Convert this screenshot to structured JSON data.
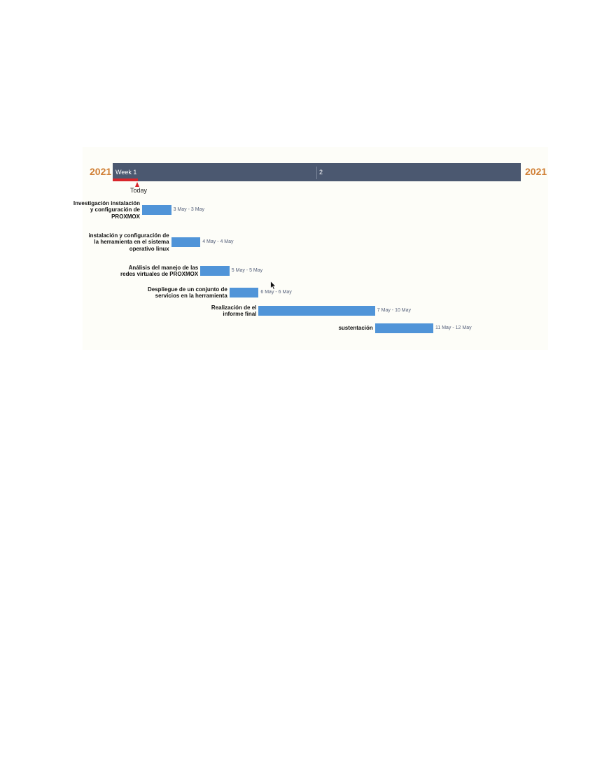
{
  "chart_data": {
    "type": "gantt",
    "start_label": "2021",
    "end_label": "2021",
    "scale": {
      "weeks": [
        "Week 1",
        "2"
      ],
      "range": [
        "2021-05-03",
        "2021-05-16"
      ]
    },
    "today": {
      "label": "Today",
      "date": "2021-05-03"
    },
    "tasks": [
      {
        "name": "Investigación instalación y configuración de PROXMOX",
        "start": "2021-05-03",
        "end": "2021-05-03",
        "dates_label": "3 May - 3 May"
      },
      {
        "name": "instalación y configuración de la herramienta en el sistema operativo linux",
        "start": "2021-05-04",
        "end": "2021-05-04",
        "dates_label": "4 May - 4 May"
      },
      {
        "name": "Análisis del manejo de las redes virtuales de PROXMOX",
        "start": "2021-05-05",
        "end": "2021-05-05",
        "dates_label": "5 May - 5 May"
      },
      {
        "name": "Despliegue de un conjunto de servicios en la herramienta",
        "start": "2021-05-06",
        "end": "2021-05-06",
        "dates_label": "6 May - 6 May"
      },
      {
        "name": "Realización de el informe final",
        "start": "2021-05-07",
        "end": "2021-05-10",
        "dates_label": "7 May - 10 May"
      },
      {
        "name": "sustentación",
        "start": "2021-05-11",
        "end": "2021-05-12",
        "dates_label": "11 May - 12 May"
      }
    ],
    "colors": {
      "bar": "#5094d8",
      "timescale": "#4b5870",
      "today": "#d8252b",
      "year": "#d07f35"
    }
  }
}
